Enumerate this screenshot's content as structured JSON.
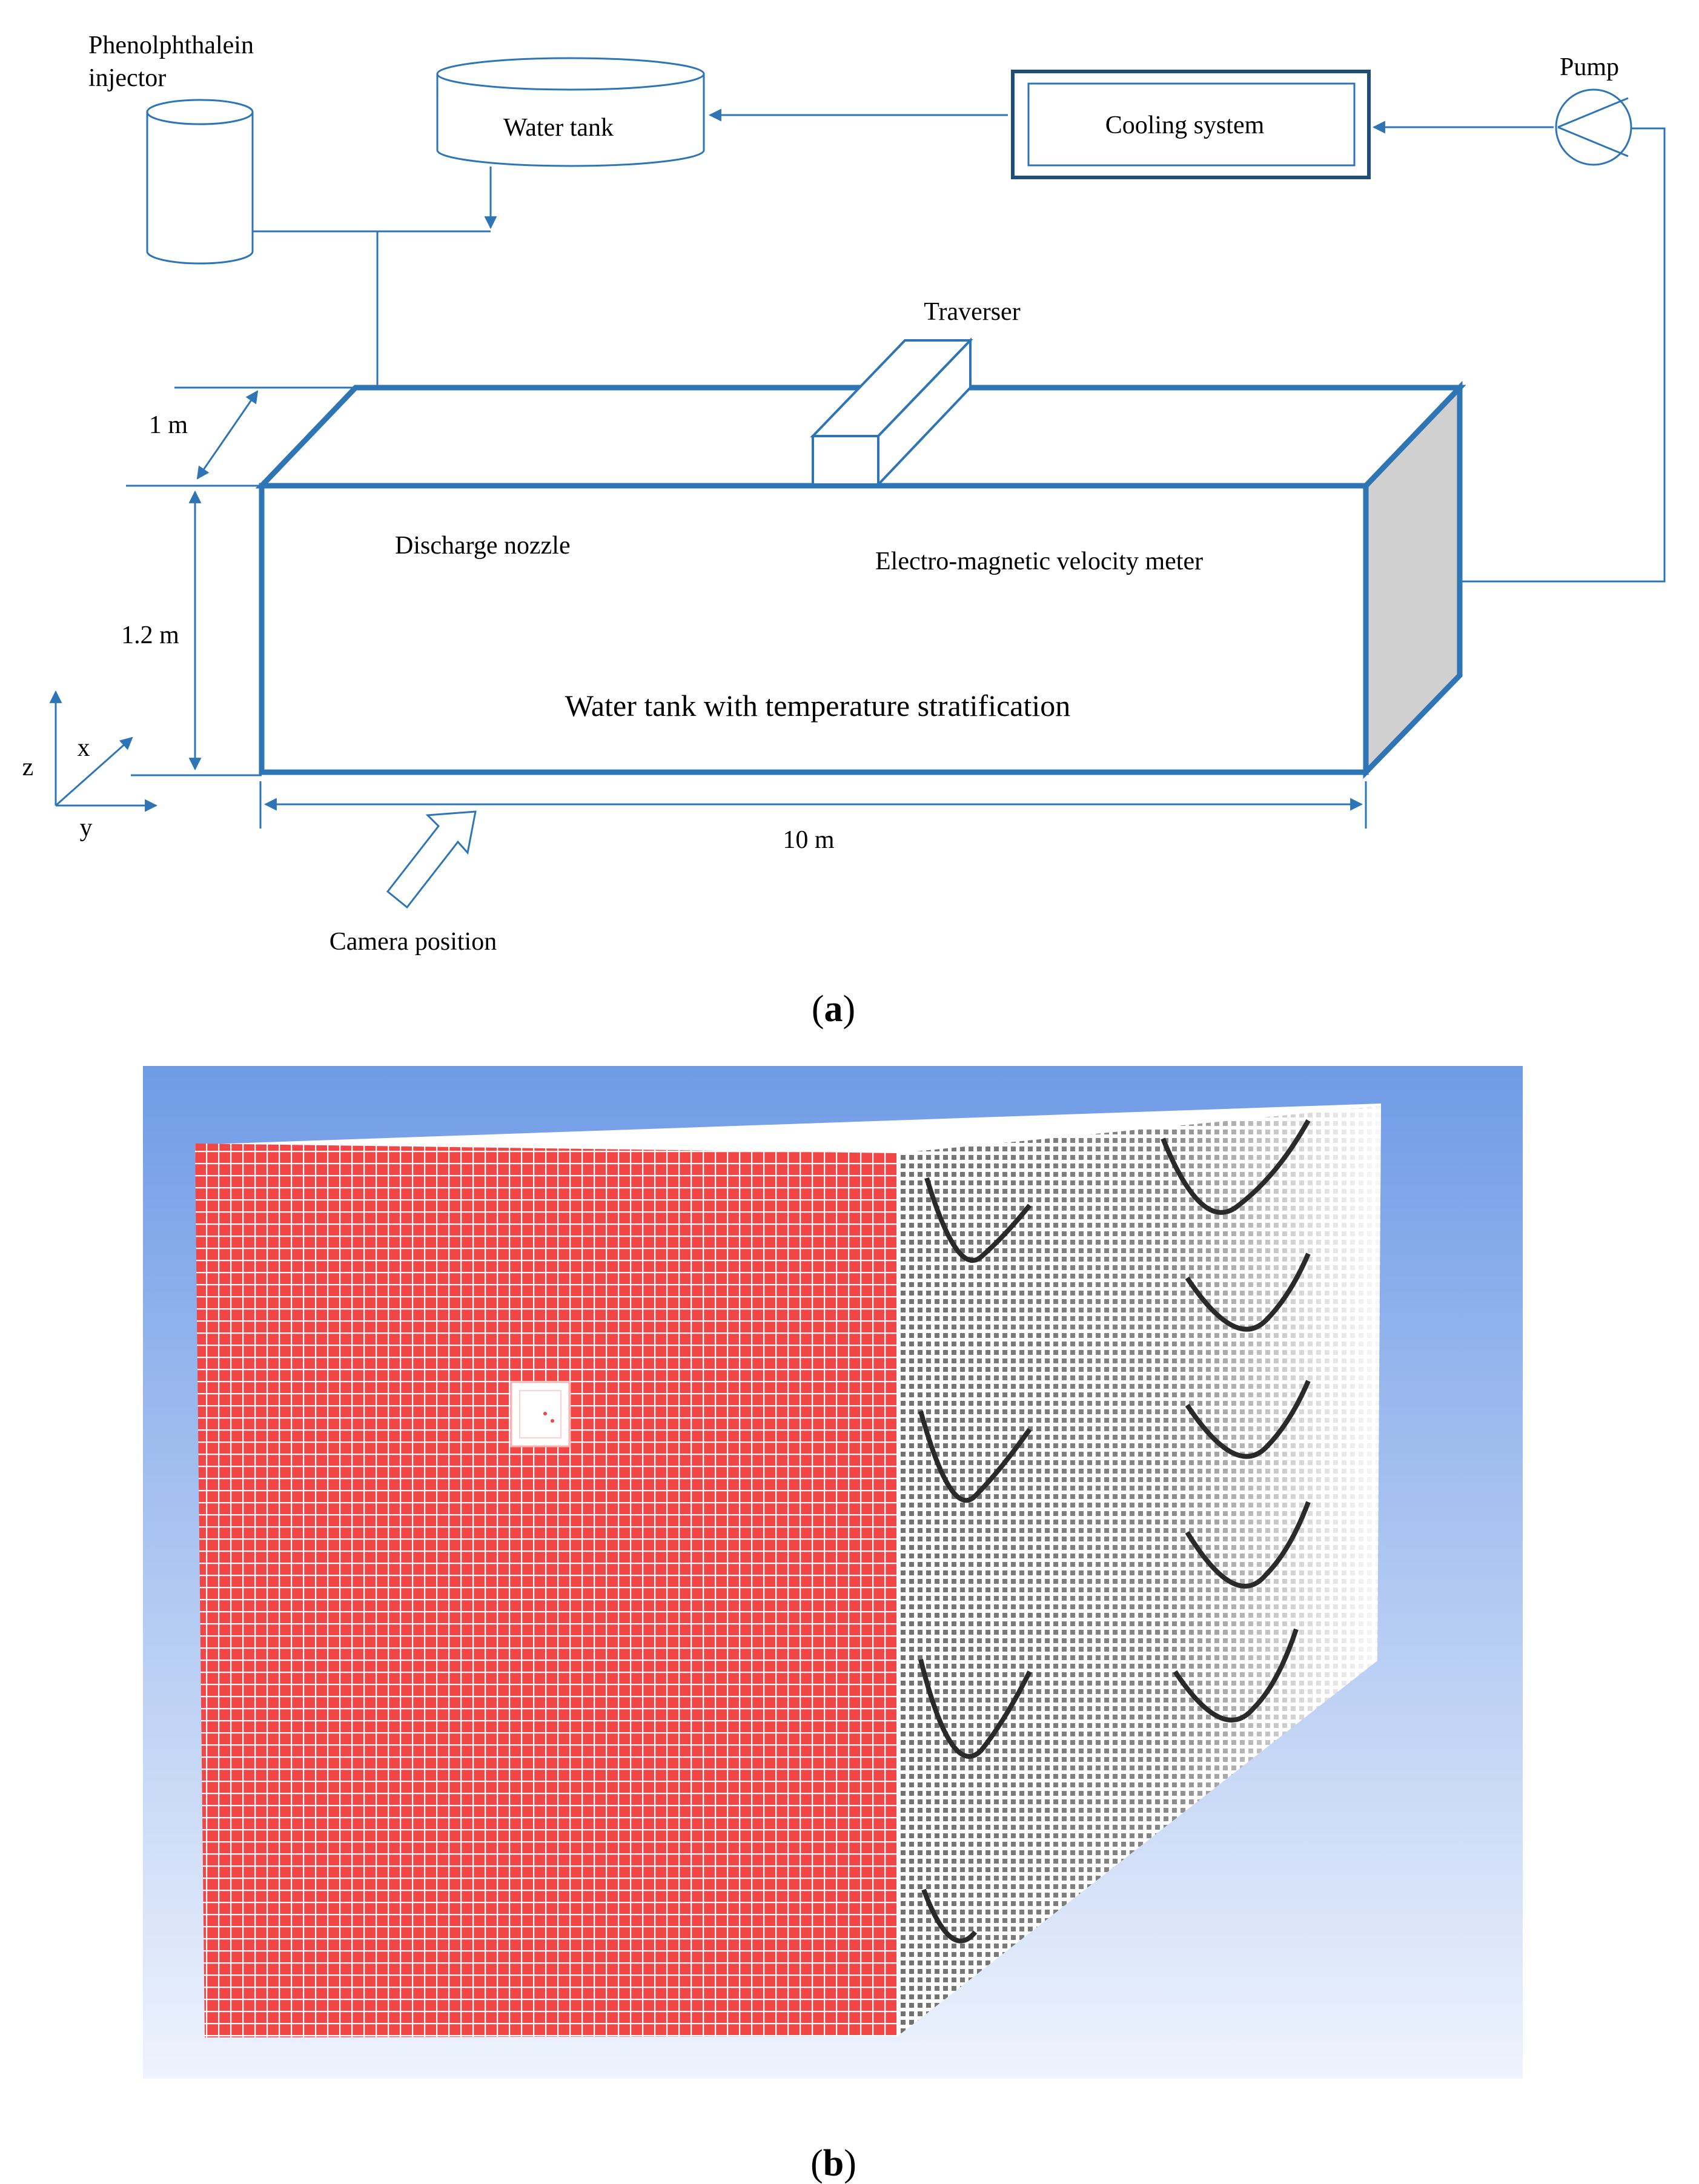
{
  "figure_a": {
    "labels": {
      "phenolphthalein_line1": "Phenolphthalein",
      "phenolphthalein_line2": "injector",
      "water_tank": "Water tank",
      "cooling_system": "Cooling system",
      "pump": "Pump",
      "traverser": "Traverser",
      "dim_width": "1 m",
      "dim_height": "1.2 m",
      "dim_length": "10 m",
      "discharge_nozzle": "Discharge nozzle",
      "velocity_meter": "Electro-magnetic velocity meter",
      "main_tank": "Water tank with temperature stratification",
      "axis_z": "z",
      "axis_x": "x",
      "axis_y": "y",
      "camera_position": "Camera position"
    },
    "caption": {
      "open": "(",
      "letter": "a",
      "close": ")"
    },
    "colors": {
      "tank_outline": "#2e75b6",
      "line": "#2e75b6",
      "side_face": "#d0d0d0",
      "cooling_frame": "#1f4e79"
    }
  },
  "figure_b": {
    "caption": {
      "open": "(",
      "letter": "b",
      "close": ")"
    },
    "colors": {
      "background_top": "#6f9be6",
      "background_bottom": "#eef3fd",
      "front_face": "#f24545",
      "grid_line": "#ffffff",
      "side_mesh": "#3a3a3a"
    }
  }
}
